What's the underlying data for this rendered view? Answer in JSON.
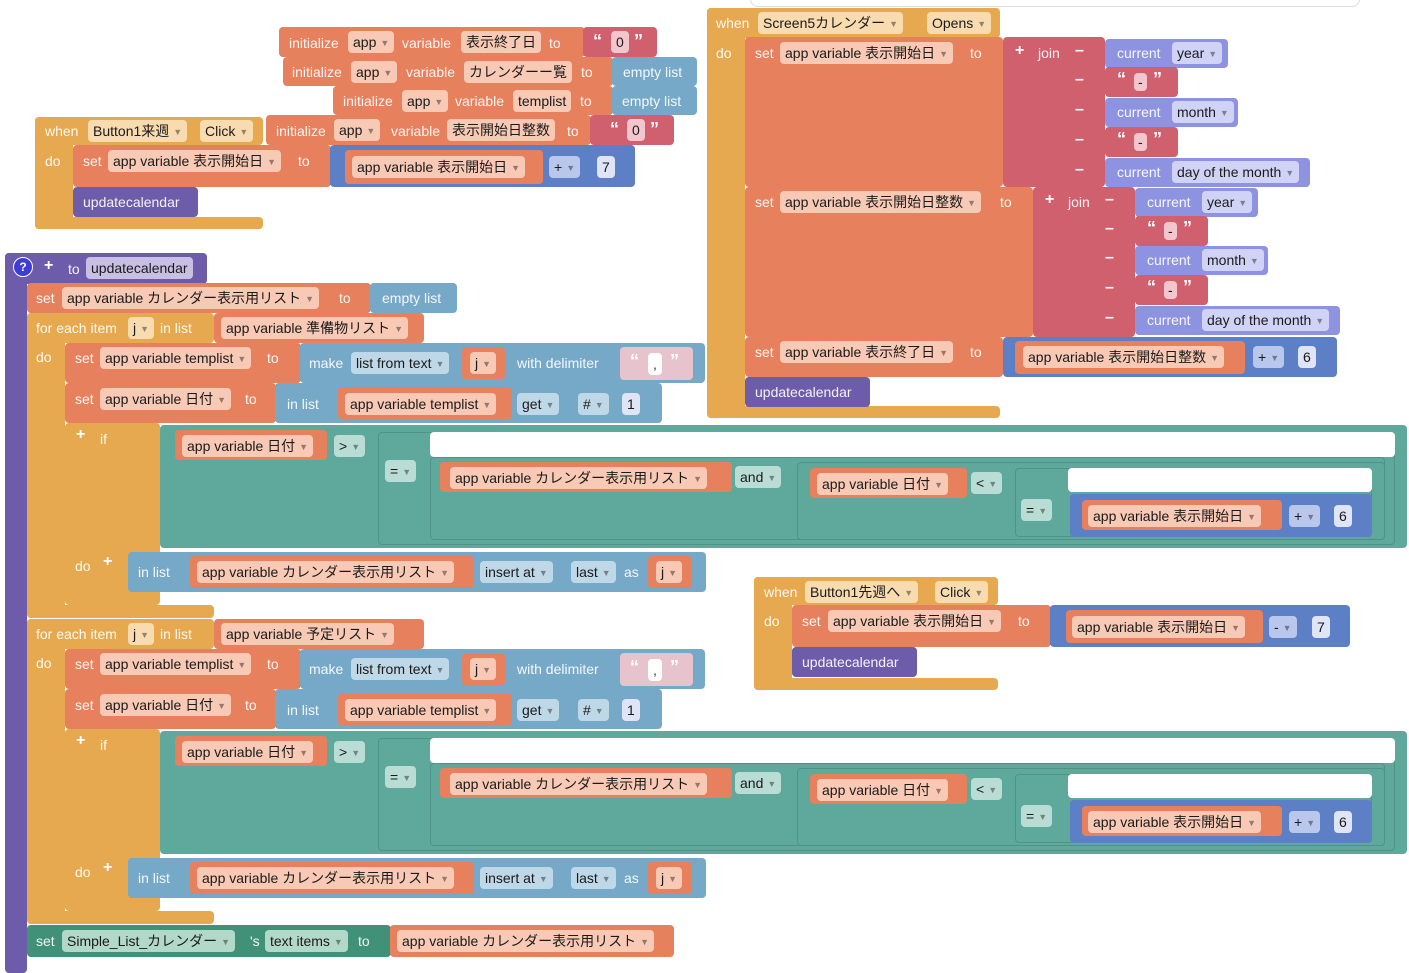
{
  "init_vars": [
    {
      "keyword": "initialize",
      "scope": "app",
      "var_word": "variable",
      "name": "表示終了日",
      "to": "to",
      "value": "0"
    },
    {
      "keyword": "initialize",
      "scope": "app",
      "var_word": "variable",
      "name": "カレンダーー覧",
      "to": "to",
      "value": "empty list"
    },
    {
      "keyword": "initialize",
      "scope": "app",
      "var_word": "variable",
      "name": "templist",
      "to": "to",
      "value": "empty list"
    },
    {
      "keyword": "initialize",
      "scope": "app",
      "var_word": "variable",
      "name": "表示開始日整数",
      "to": "to",
      "value": "0"
    }
  ],
  "btn_next": {
    "when": "when",
    "component": "Button1来週",
    "event": "Click",
    "do": "do",
    "set": "set",
    "target": "app variable 表示開始日",
    "to": "to",
    "operand": "app variable 表示開始日",
    "op": "+",
    "number": "7",
    "call": "updatecalendar"
  },
  "btn_prev": {
    "when": "when",
    "component": "Button1先週へ",
    "event": "Click",
    "do": "do",
    "set": "set",
    "target": "app variable 表示開始日",
    "to": "to",
    "operand": "app variable 表示開始日",
    "op": "-",
    "number": "7",
    "call": "updatecalendar"
  },
  "screen_open": {
    "when": "when",
    "component": "Screen5カレンダー",
    "event": "Opens",
    "do": "do",
    "sets": [
      {
        "set": "set",
        "target": "app variable 表示開始日",
        "to": "to",
        "join": "join",
        "parts": [
          {
            "label": "current",
            "unit": "year"
          },
          {
            "text": "-"
          },
          {
            "label": "current",
            "unit": "month"
          },
          {
            "text": "-"
          },
          {
            "label": "current",
            "unit": "day of the month"
          }
        ]
      },
      {
        "set": "set",
        "target": "app variable 表示開始日整数",
        "to": "to",
        "join": "join",
        "parts": [
          {
            "label": "current",
            "unit": "year"
          },
          {
            "text": "-"
          },
          {
            "label": "current",
            "unit": "month"
          },
          {
            "text": "-"
          },
          {
            "label": "current",
            "unit": "day of the month"
          }
        ]
      },
      {
        "set": "set",
        "target": "app variable 表示終了日",
        "to": "to",
        "operand": "app variable 表示開始日整数",
        "op": "+",
        "number": "6"
      }
    ],
    "call": "updatecalendar"
  },
  "procedure": {
    "to": "to",
    "name": "updatecalendar",
    "set_list": {
      "set": "set",
      "target": "app variable カレンダー表示用リスト",
      "to": "to",
      "value": "empty list"
    },
    "foreach": [
      {
        "for_each_item": "for each item",
        "var": "j",
        "in_list": "in list",
        "list": "app variable 準備物リスト",
        "do": "do",
        "split": {
          "set": "set",
          "target": "app variable templist",
          "to": "to",
          "make": "make",
          "mode": "list from text",
          "text": "j",
          "with_delimiter": "with delimiter",
          "delimiter": ","
        },
        "get": {
          "set": "set",
          "target": "app variable 日付",
          "to": "to",
          "in_list": "in list",
          "list": "app variable templist",
          "op": "get",
          "index_type": "#",
          "index": "1"
        },
        "cond": {
          "if": "if",
          "left": "app variable 日付",
          "gt": ">",
          "eq": "=",
          "list_var": "app variable カレンダー表示用リスト",
          "and": "and",
          "left2": "app variable 日付",
          "lt": "<",
          "eq2": "=",
          "operand": "app variable 表示開始日",
          "op": "+",
          "number": "6",
          "do": "do"
        },
        "insert": {
          "in_list": "in list",
          "list": "app variable カレンダー表示用リスト",
          "insert_at": "insert at",
          "position": "last",
          "as": "as",
          "item": "j"
        }
      },
      {
        "for_each_item": "for each item",
        "var": "j",
        "in_list": "in list",
        "list": "app variable 予定リスト",
        "do": "do",
        "split": {
          "set": "set",
          "target": "app variable templist",
          "to": "to",
          "make": "make",
          "mode": "list from text",
          "text": "j",
          "with_delimiter": "with delimiter",
          "delimiter": ","
        },
        "get": {
          "set": "set",
          "target": "app variable 日付",
          "to": "to",
          "in_list": "in list",
          "list": "app variable templist",
          "op": "get",
          "index_type": "#",
          "index": "1"
        },
        "cond": {
          "if": "if",
          "left": "app variable 日付",
          "gt": ">",
          "eq": "=",
          "list_var": "app variable カレンダー表示用リスト",
          "and": "and",
          "left2": "app variable 日付",
          "lt": "<",
          "eq2": "=",
          "operand": "app variable 表示開始日",
          "op": "+",
          "number": "6",
          "do": "do"
        },
        "insert": {
          "in_list": "in list",
          "list": "app variable カレンダー表示用リスト",
          "insert_at": "insert at",
          "position": "last",
          "as": "as",
          "item": "j"
        }
      }
    ],
    "final_set": {
      "set": "set",
      "component": "Simple_List_カレンダー",
      "possessive": "'s",
      "property": "text items",
      "to": "to",
      "value": "app variable カレンダー表示用リスト"
    }
  }
}
